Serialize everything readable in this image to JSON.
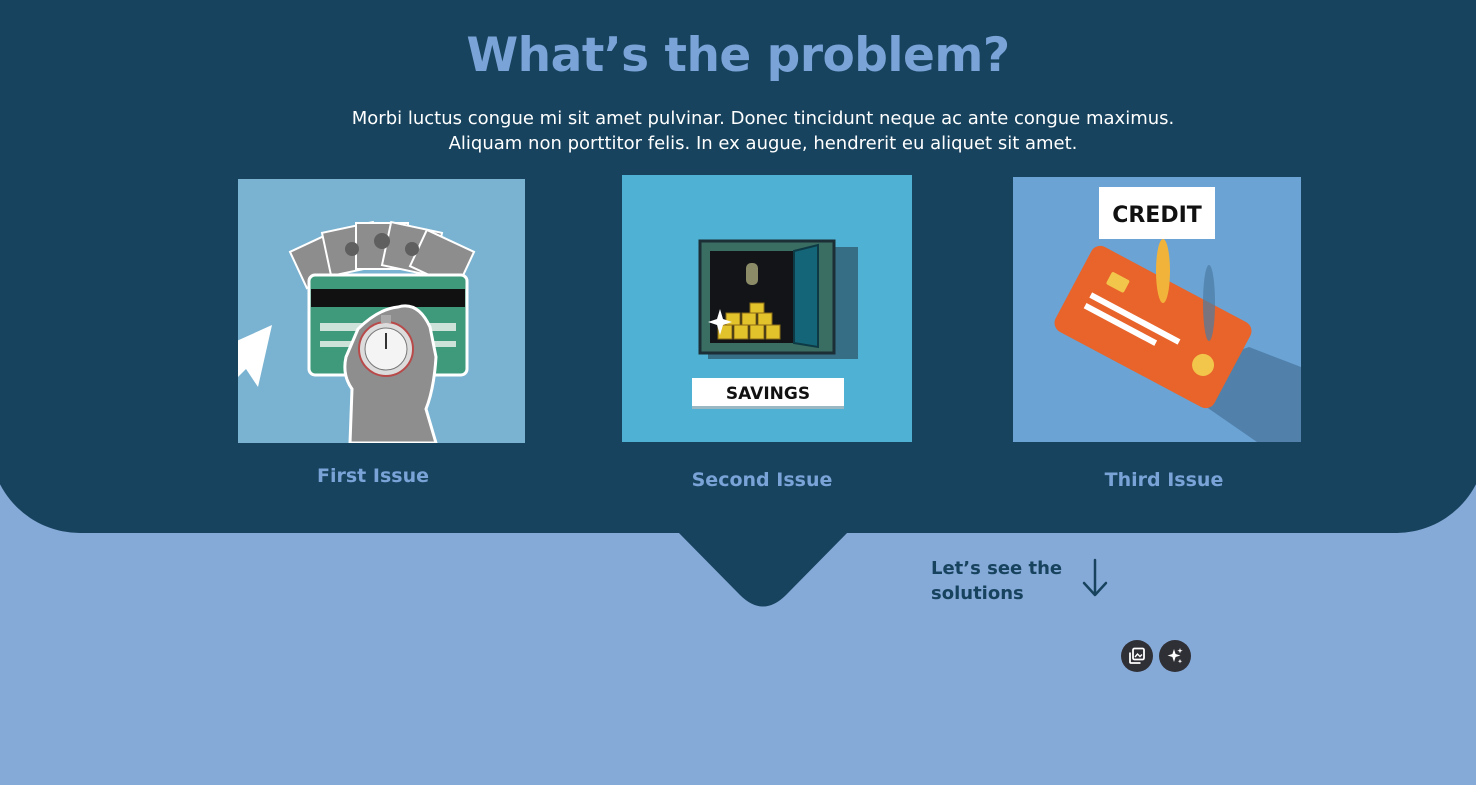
{
  "section": {
    "title": "What’s the problem?",
    "description": "Morbi luctus congue mi sit amet pulvinar. Donec tincidunt neque ac ante congue maximus. Aliquam non porttitor felis. In ex augue, hendrerit eu aliquet sit amet."
  },
  "cards": [
    {
      "label": "First Issue"
    },
    {
      "label": "Second Issue",
      "image_text": "SAVINGS"
    },
    {
      "label": "Third Issue",
      "image_text": "CREDIT"
    }
  ],
  "cta": {
    "label": "Let’s see the solutions",
    "icon": "arrow-down-icon"
  },
  "toolbar": {
    "icons": [
      "duplicate-image-icon",
      "sparkle-ai-icon"
    ]
  },
  "colors": {
    "background": "#86aad8",
    "panel": "#17435e",
    "accent": "#7aa3d8",
    "text_light": "#ffffff"
  }
}
